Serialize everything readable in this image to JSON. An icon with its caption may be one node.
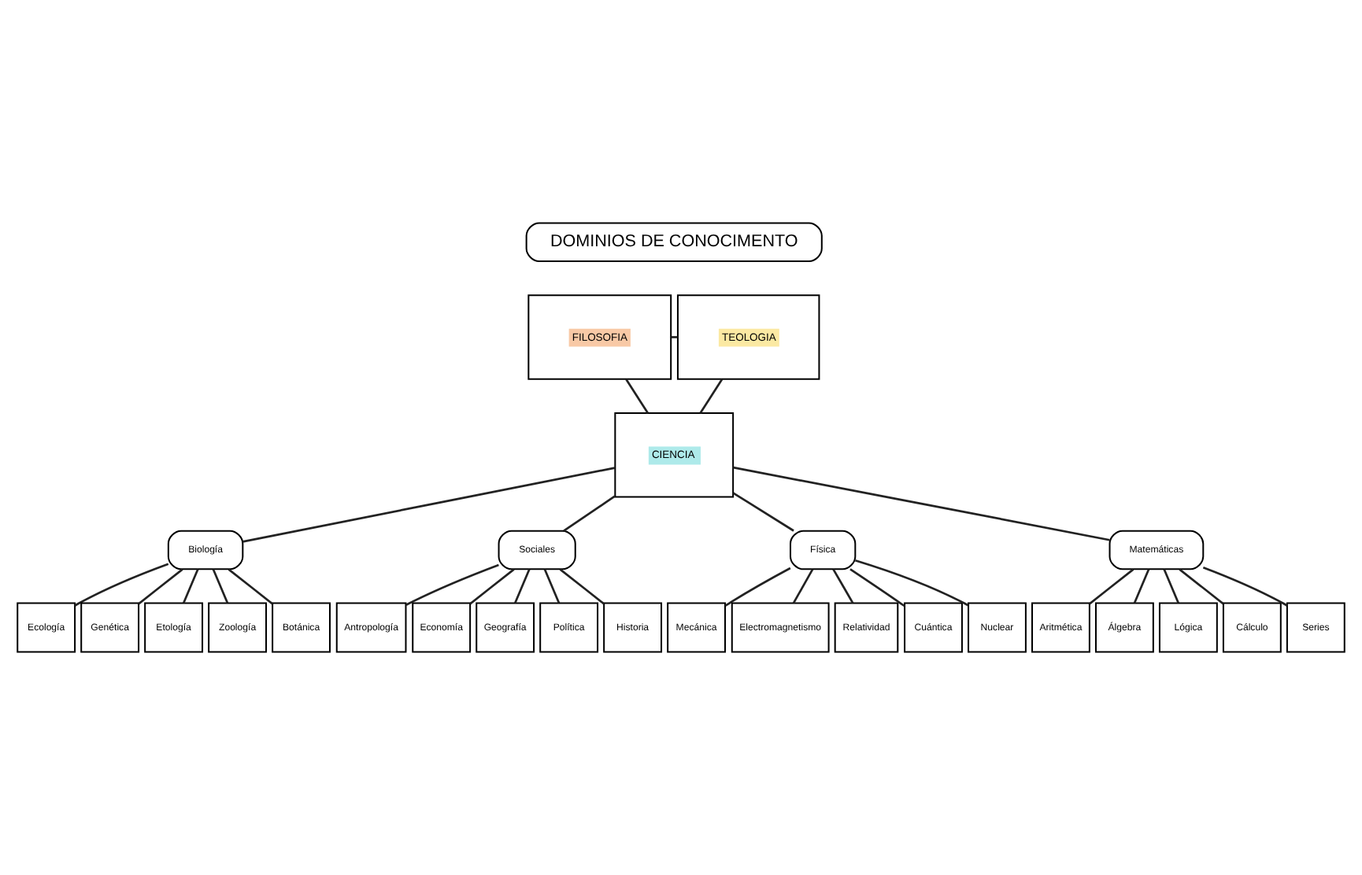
{
  "diagram": {
    "nodes": [
      {
        "text": [
          "DOMINIOS DE CONOCIMENTO"
        ]
      },
      {
        "text": [
          "FILOSOFIA"
        ]
      },
      {
        "text": [
          "CIENCIA"
        ]
      },
      {
        "text": [
          "TEOLOGIA"
        ]
      },
      {
        "text": [
          "Biología"
        ]
      },
      {
        "text": [
          "Sociales"
        ]
      },
      {
        "text": [
          "Física"
        ]
      },
      {
        "text": [
          "Matemáticas"
        ]
      },
      {
        "text": [
          "Ecología"
        ]
      },
      {
        "text": [
          "Genética"
        ]
      },
      {
        "text": [
          "Etología"
        ]
      },
      {
        "text": [
          "Zoología"
        ]
      },
      {
        "text": [
          "Botánica"
        ]
      },
      {
        "text": [
          "Antropología"
        ]
      },
      {
        "text": [
          "Economía"
        ]
      },
      {
        "text": [
          "Geografía"
        ]
      },
      {
        "text": [
          "Política"
        ]
      },
      {
        "text": [
          "Historia"
        ]
      },
      {
        "text": [
          "Mecánica"
        ]
      },
      {
        "text": [
          "Electromagnetismo"
        ]
      },
      {
        "text": [
          "Relatividad"
        ]
      },
      {
        "text": [
          "Cuántica"
        ]
      },
      {
        "text": [
          "Nuclear"
        ]
      },
      {
        "text": [
          "Aritmética"
        ]
      },
      {
        "text": [
          "Álgebra"
        ]
      },
      {
        "text": [
          "Lógica"
        ]
      },
      {
        "text": [
          "Cálculo"
        ]
      },
      {
        "text": [
          "Series"
        ]
      }
    ],
    "edges": [
      {
        "from": 1,
        "to": 3,
        "arrow": "none"
      },
      {
        "from": 1,
        "to": 2,
        "arrow": "none"
      },
      {
        "from": 2,
        "to": 3,
        "arrow": "none"
      },
      {
        "from": 2,
        "to": 4,
        "arrow": "none"
      },
      {
        "from": 2,
        "to": 5,
        "arrow": "none"
      },
      {
        "from": 2,
        "to": 6,
        "arrow": "none"
      },
      {
        "from": 2,
        "to": 7,
        "arrow": "none"
      },
      {
        "from": 4,
        "to": 8,
        "arrow": "none"
      },
      {
        "from": 4,
        "to": 9,
        "arrow": "none"
      },
      {
        "from": 4,
        "to": 10,
        "arrow": "none"
      },
      {
        "from": 4,
        "to": 11,
        "arrow": "none"
      },
      {
        "from": 4,
        "to": 12,
        "arrow": "none"
      },
      {
        "from": 5,
        "to": 13,
        "arrow": "none"
      },
      {
        "from": 5,
        "to": 14,
        "arrow": "none"
      },
      {
        "from": 5,
        "to": 15,
        "arrow": "none"
      },
      {
        "from": 5,
        "to": 16,
        "arrow": "none"
      },
      {
        "from": 5,
        "to": 17,
        "arrow": "none"
      },
      {
        "from": 6,
        "to": 18,
        "arrow": "none"
      },
      {
        "from": 6,
        "to": 19,
        "arrow": "none"
      },
      {
        "from": 6,
        "to": 20,
        "arrow": "none"
      },
      {
        "from": 6,
        "to": 21,
        "arrow": "none"
      },
      {
        "from": 6,
        "to": 22,
        "arrow": "none"
      },
      {
        "from": 7,
        "to": 23,
        "arrow": "none"
      },
      {
        "from": 7,
        "to": 24,
        "arrow": "none"
      },
      {
        "from": 7,
        "to": 25,
        "arrow": "none"
      },
      {
        "from": 7,
        "to": 26,
        "arrow": "none"
      },
      {
        "from": 7,
        "to": 27,
        "arrow": "none"
      }
    ]
  }
}
